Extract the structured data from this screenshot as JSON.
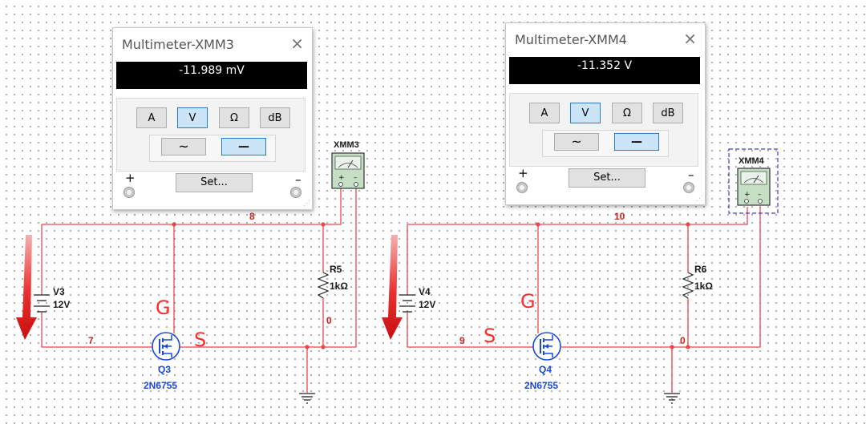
{
  "multimeters": [
    {
      "title": "Multimeter-XMM3",
      "close_glyph": "×",
      "reading": "-11.989 mV",
      "modes": {
        "a": "A",
        "v": "V",
        "ohm": "Ω",
        "db": "dB",
        "active": "V"
      },
      "ac_glyph": "~",
      "dc_glyph": "—",
      "active_coupling": "dc",
      "set_label": "Set...",
      "plus": "+",
      "minus": "–"
    },
    {
      "title": "Multimeter-XMM4",
      "close_glyph": "×",
      "reading": "-11.352 V",
      "modes": {
        "a": "A",
        "v": "V",
        "ohm": "Ω",
        "db": "dB",
        "active": "V"
      },
      "ac_glyph": "~",
      "dc_glyph": "—",
      "active_coupling": "dc",
      "set_label": "Set...",
      "plus": "+",
      "minus": "–"
    }
  ],
  "instruments": [
    {
      "label": "XMM3",
      "plus": "+",
      "minus": "–",
      "selected": false
    },
    {
      "label": "XMM4",
      "plus": "+",
      "minus": "–",
      "selected": true
    }
  ],
  "circuits": [
    {
      "source": {
        "name": "V3",
        "value": "12V"
      },
      "resistor": {
        "name": "R5",
        "value": "1kΩ"
      },
      "transistor": {
        "name": "Q3",
        "model": "2N6755"
      },
      "nets": {
        "top": "8",
        "bottom_left": "7",
        "bottom_right": "0"
      },
      "annotations": {
        "gate": "G",
        "source": "S"
      }
    },
    {
      "source": {
        "name": "V4",
        "value": "12V"
      },
      "resistor": {
        "name": "R6",
        "value": "1kΩ"
      },
      "transistor": {
        "name": "Q4",
        "model": "2N6755"
      },
      "nets": {
        "top": "10",
        "bottom_left": "9",
        "bottom_right": "0"
      },
      "annotations": {
        "gate": "G",
        "source": "S"
      }
    }
  ],
  "colors": {
    "wire": "#e8474a",
    "net_label": "#d42020",
    "component_label": "#1a1a1a",
    "transistor": "#1b4ad8",
    "annotation": "#ff2a2a",
    "arrow": "#e01818",
    "instrument_body": "#c5dfc5",
    "selection": "#3c3cc8"
  }
}
